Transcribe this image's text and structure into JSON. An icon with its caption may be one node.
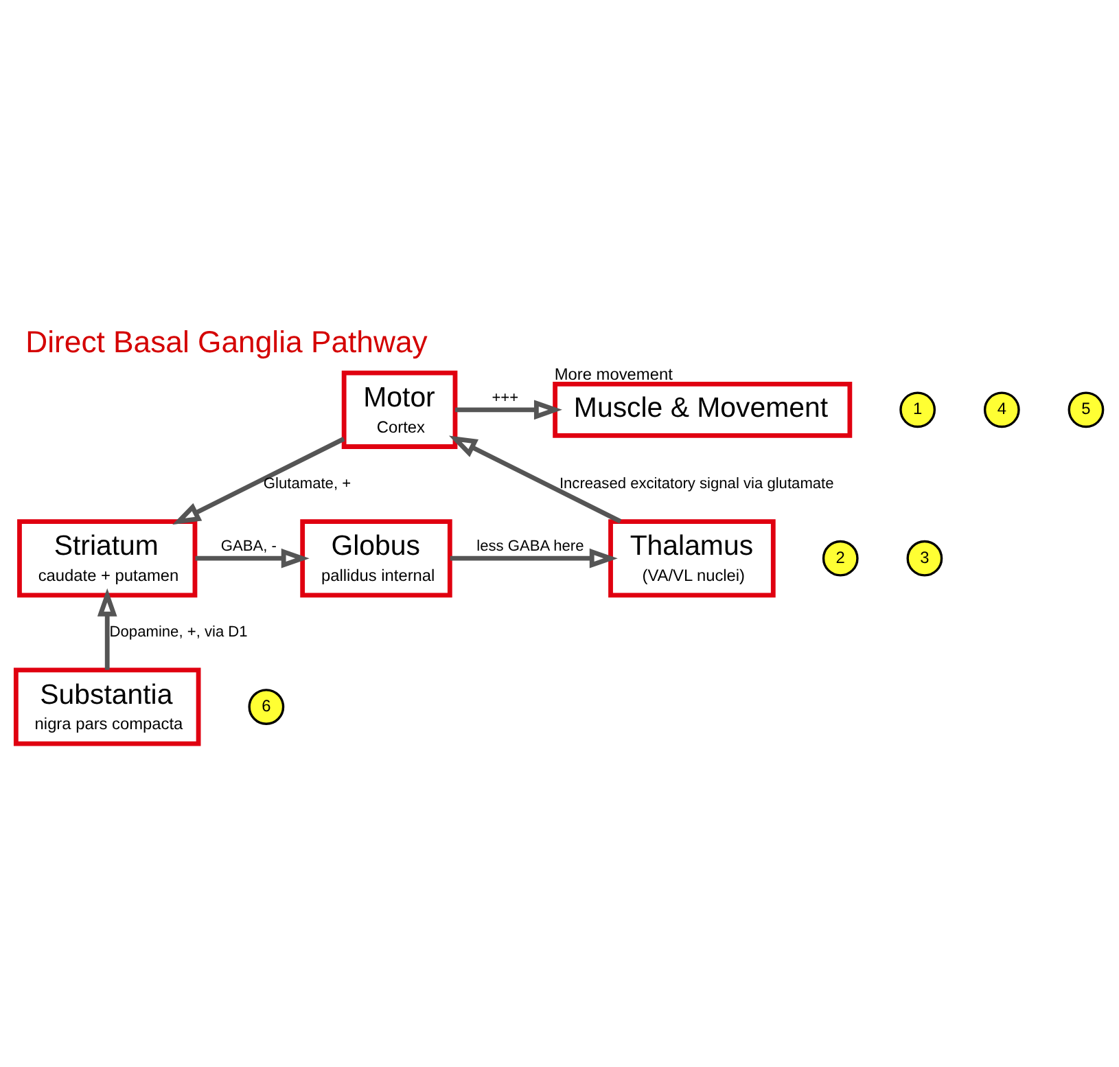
{
  "diagram": {
    "title": "Direct Basal Ganglia Pathway",
    "nodes": [
      {
        "text": [
          "Motor",
          "Cortex"
        ]
      },
      {
        "text": [
          "Muscle & Movement"
        ],
        "beside": [
          "More movement"
        ]
      },
      {
        "text": [
          "Striatum",
          "caudate + putamen"
        ]
      },
      {
        "text": [
          "Globus",
          "pallidus internal"
        ]
      },
      {
        "text": [
          "Thalamus",
          "(VA/VL nuclei)"
        ]
      },
      {
        "text": [
          "Substantia",
          "nigra pars compacta"
        ]
      },
      {
        "text": [
          "1"
        ]
      },
      {
        "text": [
          "2"
        ]
      },
      {
        "text": [
          "3"
        ]
      },
      {
        "text": [
          "4"
        ]
      },
      {
        "text": [
          "5"
        ]
      },
      {
        "text": [
          "6"
        ]
      }
    ],
    "edges": [
      {
        "from": 0,
        "to": 2,
        "arrow": "to",
        "label": "Glutamate, +"
      },
      {
        "from": 2,
        "to": 3,
        "arrow": "to",
        "label": "GABA, -"
      },
      {
        "from": 3,
        "to": 4,
        "arrow": "to",
        "label": "less GABA here"
      },
      {
        "from": 4,
        "to": 0,
        "arrow": "to",
        "label": "Increased excitatory signal via glutamate"
      },
      {
        "from": 0,
        "to": 1,
        "arrow": "to",
        "label": "+++"
      },
      {
        "from": 5,
        "to": 2,
        "arrow": "to",
        "label": "Dopamine, +, via D1"
      }
    ]
  }
}
